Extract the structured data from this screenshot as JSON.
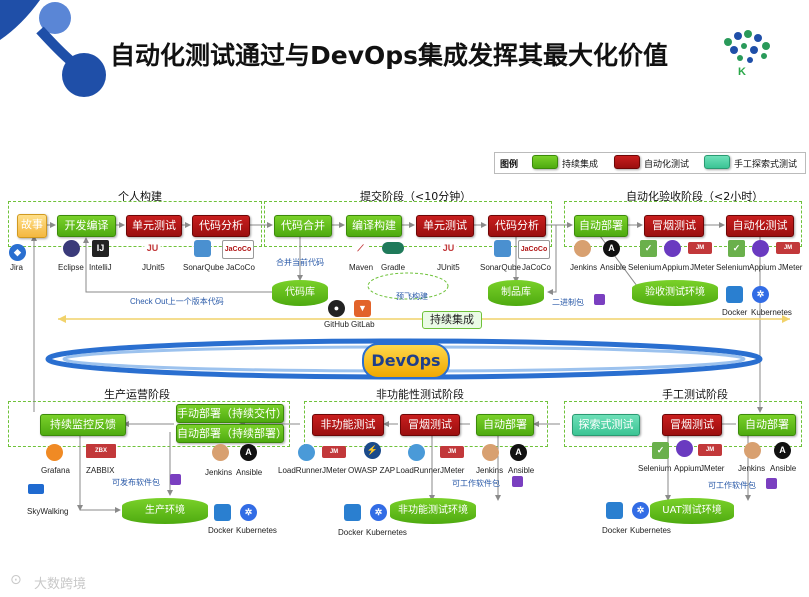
{
  "title": "自动化测试通过与DevOps集成发挥其最大化价值",
  "logo_letter": "K",
  "legend": {
    "label": "图例",
    "items": [
      "持续集成",
      "自动化测试",
      "手工探索式测试"
    ]
  },
  "sections": {
    "personal": "个人构建",
    "commit": "提交阶段（<10分钟）",
    "acceptance": "自动化验收阶段（<2小时）",
    "operations": "生产运营阶段",
    "nonfunctional": "非功能性测试阶段",
    "manual": "手工测试阶段"
  },
  "boxes": {
    "story": "故事",
    "compile1": "开发编译",
    "unit1": "单元测试",
    "analysis1": "代码分析",
    "merge": "代码合并",
    "build": "编译构建",
    "unit2": "单元测试",
    "analysis2": "代码分析",
    "deploy_auto": "自动部署",
    "smoke1": "冒烟测试",
    "autotest": "自动化测试",
    "manual_deploy": "手动部署（持续交付）",
    "auto_deploy": "自动部署（持续部署）",
    "monitor": "持续监控反馈",
    "nft": "非功能测试",
    "smoke2": "冒烟测试",
    "deploy2": "自动部署",
    "explore": "探索式测试",
    "smoke3": "冒烟测试",
    "deploy3": "自动部署"
  },
  "stores": {
    "repo": "代码库",
    "artifact": "制品库",
    "accept_env": "验收测试环境",
    "prod_env": "生产环境",
    "nft_env": "非功能测试环境",
    "uat_env": "UAT测试环境"
  },
  "ci_label": "持续集成",
  "devops_label": "DevOps",
  "annotations": {
    "merge_current": "合并当前代码",
    "checkout": "Check Out上一个版本代码",
    "prebuild": "预飞构建",
    "binary": "二进制包",
    "releasable": "可发布软件包",
    "workable1": "可工作软件包",
    "workable2": "可工作软件包"
  },
  "tools": {
    "jira": "Jira",
    "eclipse": "Eclipse",
    "intellij": "IntelliJ",
    "junit1": "JUnit5",
    "sonar1": "SonarQube",
    "jacoco1": "JaCoCo",
    "maven": "Maven",
    "gradle": "Gradle",
    "junit2": "JUnit5",
    "sonar2": "SonarQube",
    "jacoco2": "JaCoCo",
    "github": "GitHub",
    "gitlab": "GitLab",
    "jenkins1": "Jenkins",
    "ansible1": "Ansible",
    "selenium1": "Selenium",
    "appium1": "Appium",
    "jmeter1": "JMeter",
    "selenium2": "Selenium",
    "appium2": "Appium",
    "jmeter2": "JMeter",
    "docker1": "Docker",
    "k8s1": "Kubernetes",
    "grafana": "Grafana",
    "zabbix": "ZABBIX",
    "skywalking": "SkyWalking",
    "jenkins2": "Jenkins",
    "ansible2": "Ansible",
    "docker2": "Docker",
    "k8s2": "Kubernetes",
    "loadrunner1": "LoadRunner",
    "jmeter3": "JMeter",
    "owasp": "OWASP ZAP",
    "loadrunner2": "LoadRunner",
    "jmeter4": "JMeter",
    "jenkins3": "Jenkins",
    "ansible3": "Ansible",
    "docker3": "Docker",
    "k8s3": "Kubernetes",
    "selenium3": "Selenium",
    "appium3": "Appium",
    "jmeter5": "JMeter",
    "jenkins4": "Jenkins",
    "ansible4": "Ansible",
    "docker4": "Docker",
    "k8s4": "Kubernetes"
  },
  "watermark": "大数跨境",
  "colors": {
    "ci_green": "#5cb81a",
    "autotest_red": "#b01515",
    "manual_teal": "#55d6a8",
    "accent_blue": "#1f4fa8"
  }
}
